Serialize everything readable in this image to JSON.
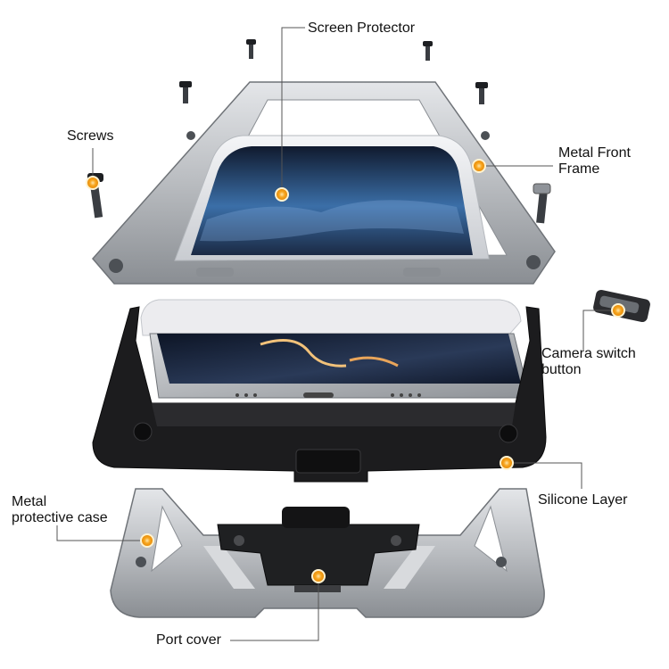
{
  "labels": {
    "screen_protector": "Screen Protector",
    "screws": "Screws",
    "metal_front_frame_line1": "Metal Front",
    "metal_front_frame_line2": "Frame",
    "camera_switch_line1": "Camera switch",
    "camera_switch_line2": "button",
    "silicone_layer": "Silicone Layer",
    "metal_case_line1": "Metal",
    "metal_case_line2": "protective case",
    "port_cover": "Port cover"
  },
  "colors": {
    "callout_dot": "#f59a12",
    "callout_dot_glow": "#ffd27a",
    "leader_line": "#555555",
    "aluminum": "#b9bcc0",
    "aluminum_dark": "#7e8287",
    "silicone": "#1c1c1e",
    "screen_dark": "#1b2a44",
    "screen_blue": "#3b6fa8"
  },
  "icons": {
    "callout": "orange-dot-marker",
    "screw": "screw-icon"
  }
}
